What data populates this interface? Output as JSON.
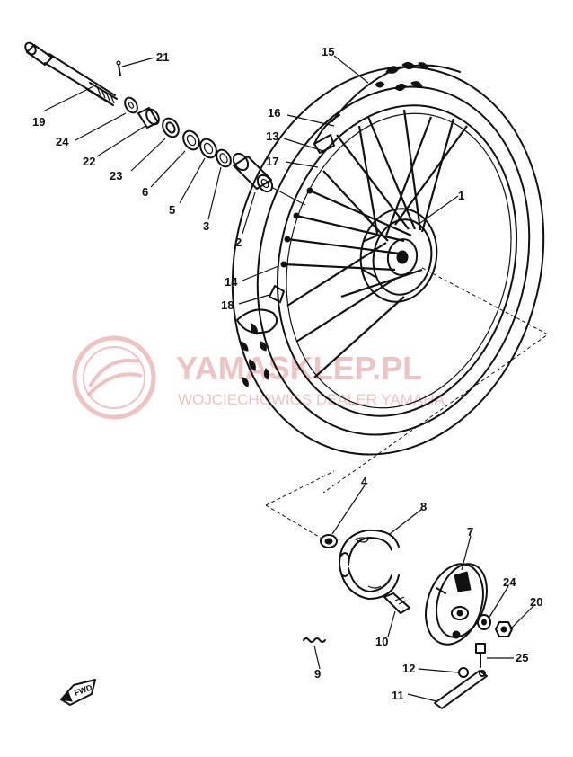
{
  "watermark": {
    "brand": "YAMASKLEP.PL",
    "tagline": "WOJCIECHOWIGS DEALER YAMAHA",
    "color": "#e8aaaa"
  },
  "callouts": [
    {
      "id": "1",
      "label": "1"
    },
    {
      "id": "2",
      "label": "2"
    },
    {
      "id": "3",
      "label": "3"
    },
    {
      "id": "4",
      "label": "4"
    },
    {
      "id": "5",
      "label": "5"
    },
    {
      "id": "6",
      "label": "6"
    },
    {
      "id": "7",
      "label": "7"
    },
    {
      "id": "8",
      "label": "8"
    },
    {
      "id": "9",
      "label": "9"
    },
    {
      "id": "10",
      "label": "10"
    },
    {
      "id": "11",
      "label": "11"
    },
    {
      "id": "12",
      "label": "12"
    },
    {
      "id": "13",
      "label": "13"
    },
    {
      "id": "14",
      "label": "14"
    },
    {
      "id": "15",
      "label": "15"
    },
    {
      "id": "16",
      "label": "16"
    },
    {
      "id": "17",
      "label": "17"
    },
    {
      "id": "18",
      "label": "18"
    },
    {
      "id": "19",
      "label": "19"
    },
    {
      "id": "20",
      "label": "20"
    },
    {
      "id": "21",
      "label": "21"
    },
    {
      "id": "22",
      "label": "22"
    },
    {
      "id": "23",
      "label": "23"
    },
    {
      "id": "24a",
      "label": "24"
    },
    {
      "id": "24b",
      "label": "24"
    },
    {
      "id": "25",
      "label": "25"
    }
  ],
  "fwd_tag": "FWD"
}
